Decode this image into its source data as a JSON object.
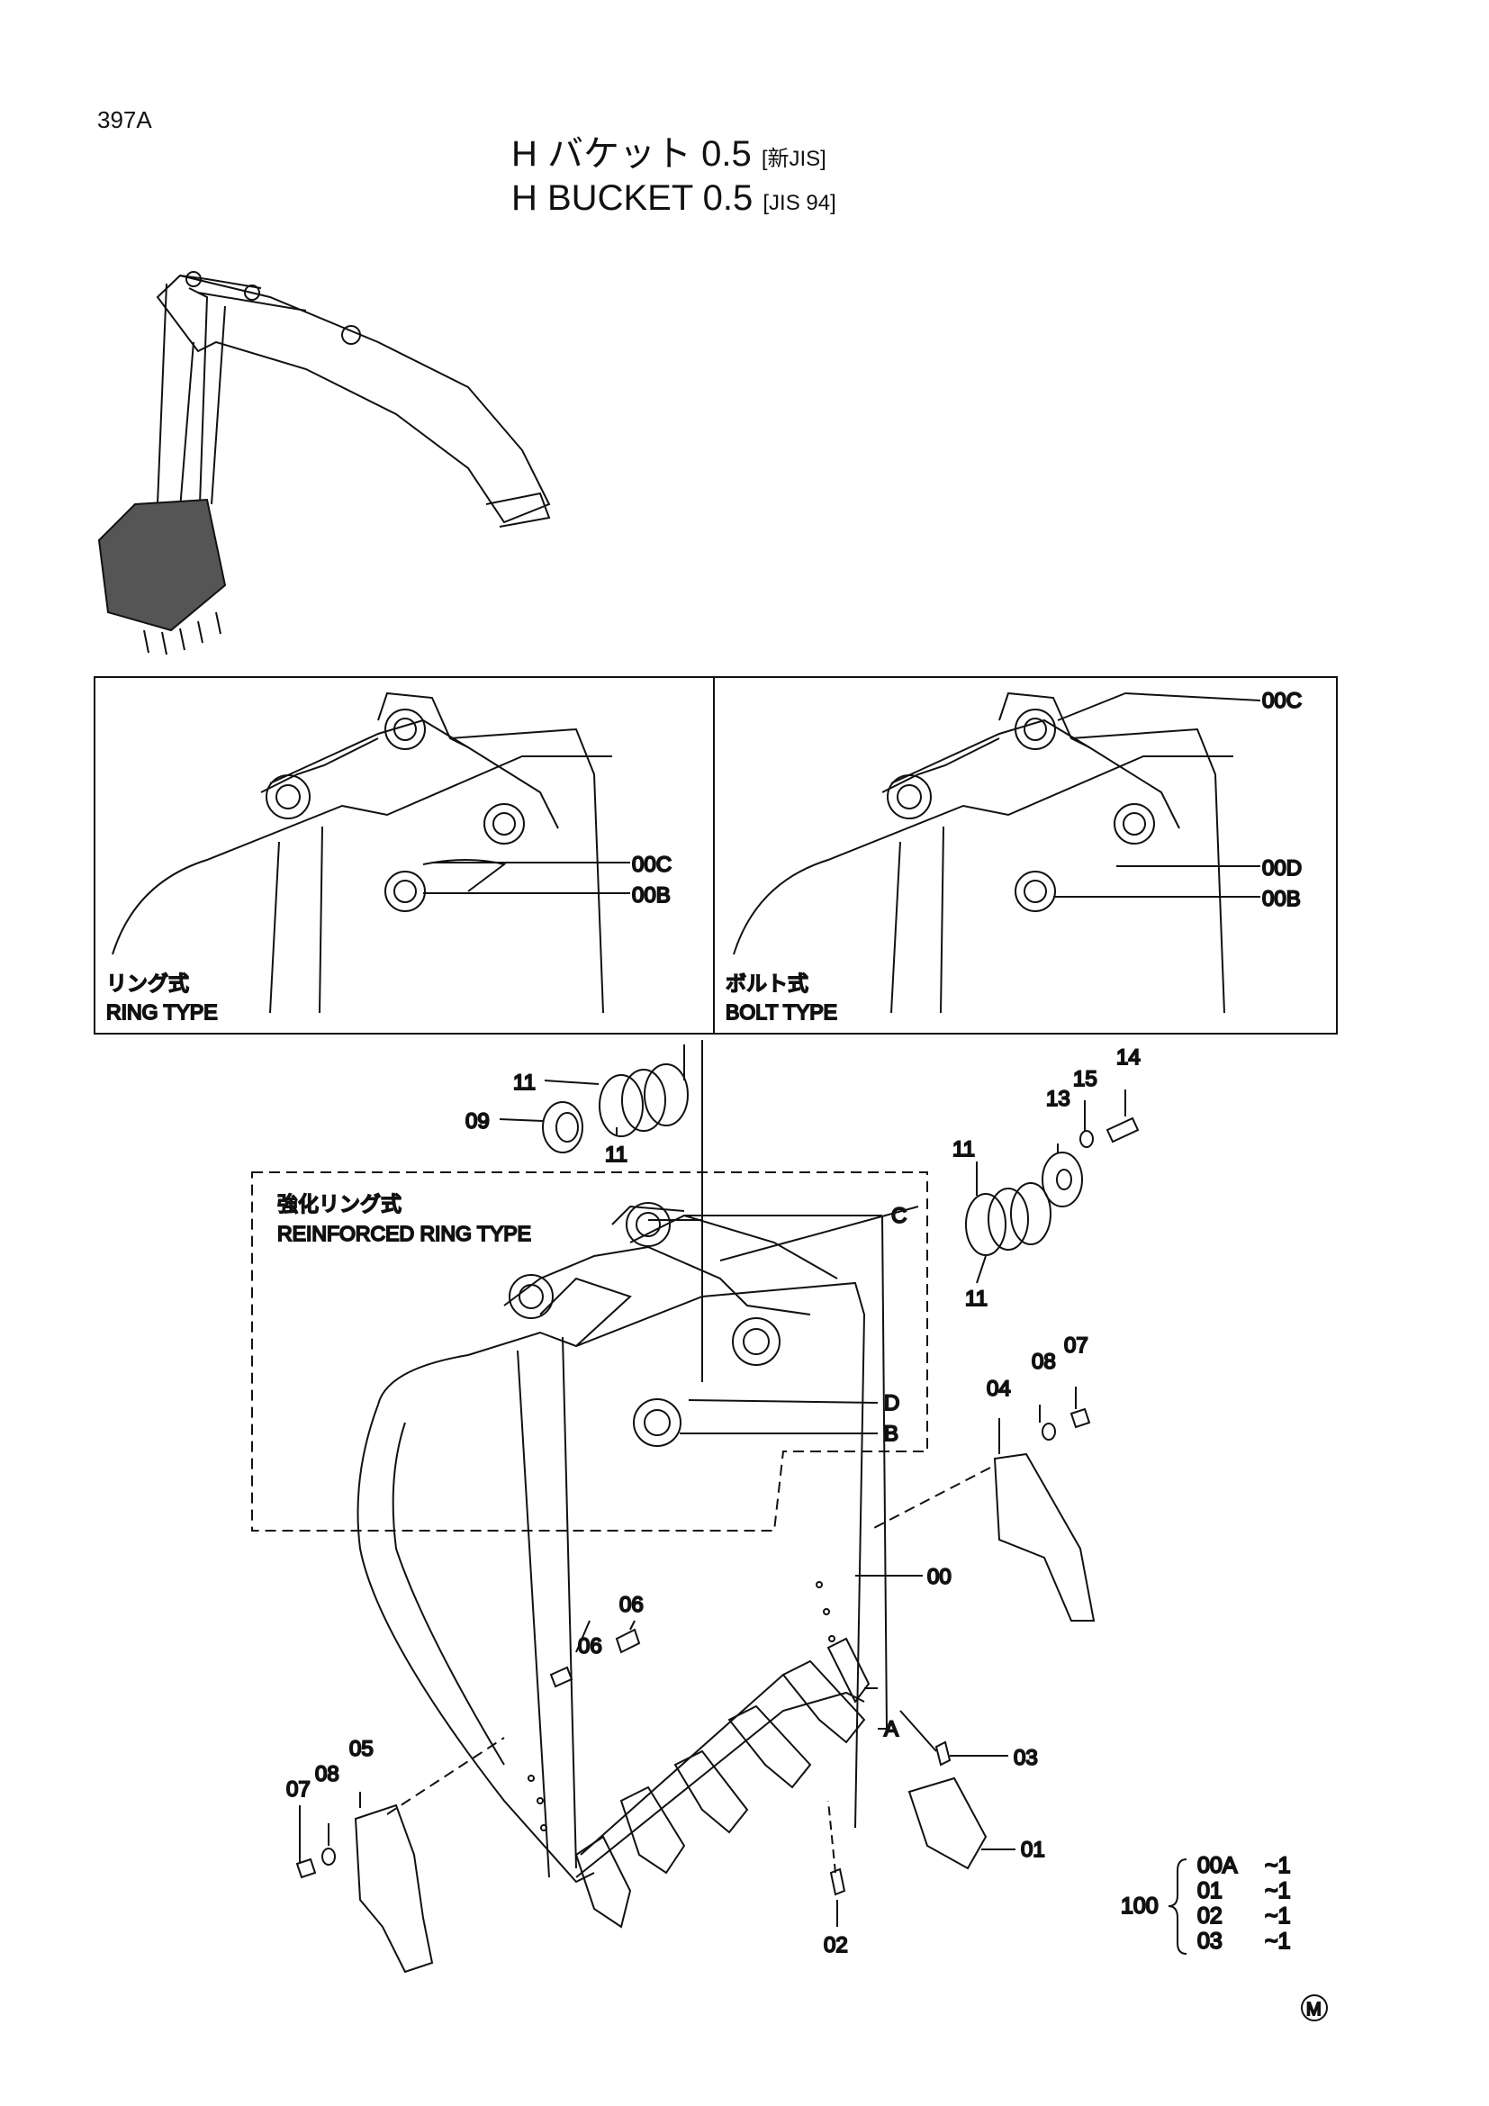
{
  "page_id": "397A",
  "title_jp_main": "H バケット 0.5",
  "title_jp_tag": "[新JIS]",
  "title_en_main": "H BUCKET 0.5",
  "title_en_tag": "[JIS 94]",
  "panels": {
    "ring_type": {
      "caption_jp": "リング式",
      "caption_en": "RING TYPE",
      "labels": [
        "00C",
        "00B"
      ]
    },
    "bolt_type": {
      "caption_jp": "ボルト式",
      "caption_en": "BOLT TYPE",
      "labels": [
        "00C",
        "00D",
        "00B"
      ]
    }
  },
  "reinforced": {
    "caption_jp": "強化リング式",
    "caption_en": "REINFORCED RING TYPE"
  },
  "letters": {
    "a": "A",
    "b": "B",
    "c": "C",
    "d": "D"
  },
  "parts": {
    "p00": "00",
    "p01": "01",
    "p02": "02",
    "p03": "03",
    "p04": "04",
    "p05": "05",
    "p06": "06",
    "p07": "07",
    "p08": "08",
    "p09": "09",
    "p11": "11",
    "p13": "13",
    "p14": "14",
    "p15": "15"
  },
  "kit": {
    "number": "100",
    "rows": [
      {
        "part": "00A",
        "qty": "~1"
      },
      {
        "part": "01",
        "qty": "~1"
      },
      {
        "part": "02",
        "qty": "~1"
      },
      {
        "part": "03",
        "qty": "~1"
      }
    ]
  },
  "mark": "M"
}
